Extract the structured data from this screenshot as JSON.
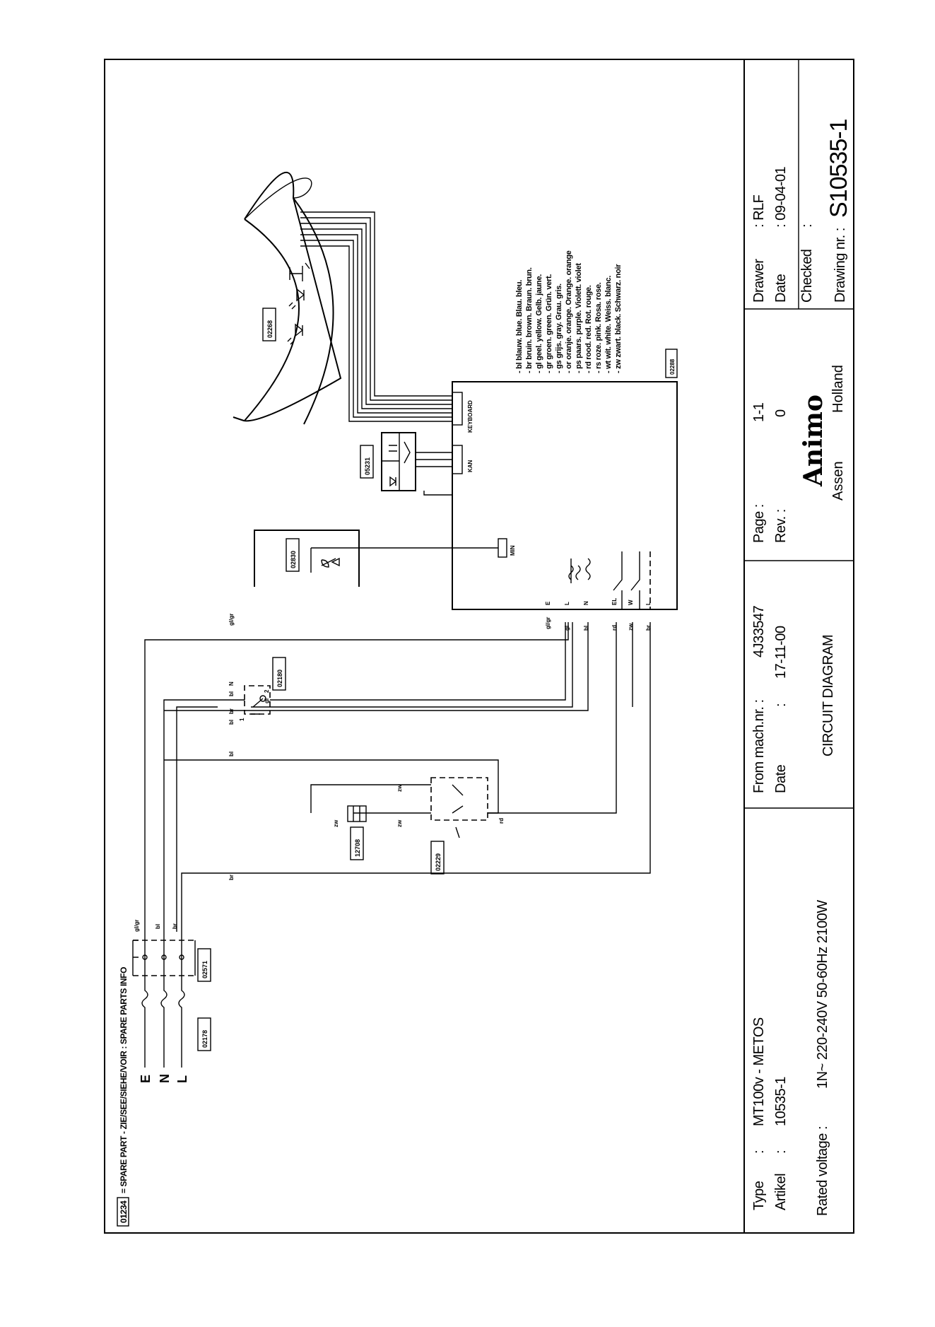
{
  "spare_note": {
    "box_code": "01234",
    "text": "= SPARE PART - ZIE/SEE/SIEHE/VOIR : SPARE PARTS INFO"
  },
  "terminals": [
    "E",
    "N",
    "L"
  ],
  "parts": {
    "mains_plug": "02178",
    "terminal_block": "02571",
    "switch": "02180",
    "thermostat": "02229",
    "connector": "12708",
    "level_sensor": "02830",
    "optocoupler": "05231",
    "keypad": "02268",
    "board": "02288"
  },
  "board_labels": {
    "keyboard": "KEYBOARD",
    "kan": "KAN",
    "min": "MIN",
    "e": "E",
    "l": "L",
    "n": "N",
    "el": "EL",
    "w": "W",
    "l2": "L"
  },
  "wire_labels": {
    "glgr": "gl/gr",
    "gl": "gl",
    "bl": "bl",
    "br": "br",
    "rd": "rd",
    "zw": "zw",
    "n": "N",
    "one": "1",
    "two": "2"
  },
  "color_legend": [
    "- bl  blauw. blue. Blau. bleu.",
    "- br  bruin. brown. Braun. brun.",
    "- gl  geel. yellow. Gelb. jaune.",
    "- gr  groen. green. Grün. vert.",
    "- gs  grijs. gray. Grau. gris.",
    "- or  oranje. orange. Orange. orange",
    "- ps  paars. purple. Violett. violet",
    "- rd  rood. red. Rot. rouge.",
    "- rs  roze. pink. Rosa. rose.",
    "- wt  wit. white. Weiss. blanc.",
    "- zw  zwart. black. Schwarz. noir"
  ],
  "title_block": {
    "type_label": "Type",
    "type_sep": ":",
    "type_value": "MT100v - METOS",
    "artikel_label": "Artikel",
    "artikel_sep": ":",
    "artikel_value": "10535-1",
    "rated_label": "Rated voltage :",
    "rated_value": "1N~ 220-240V 50-60Hz 2100W",
    "from_label": "From mach.nr. :",
    "from_value": "4J33547",
    "date_label": "Date",
    "date_sep": ":",
    "date_value": "17-11-00",
    "title": "CIRCUIT DIAGRAM",
    "page_label": "Page :",
    "page_value": "1-1",
    "rev_label": "Rev. :",
    "rev_value": "0",
    "logo": "Animo",
    "city": "Assen",
    "country": "Holland",
    "drawer_label": "Drawer",
    "drawer_value": ": RLF",
    "date2_label": "Date",
    "date2_value": ": 09-04-01",
    "checked_label": "Checked",
    "checked_value": ":",
    "drawing_label": "Drawing nr. :",
    "drawing_value": "S10535-1"
  }
}
